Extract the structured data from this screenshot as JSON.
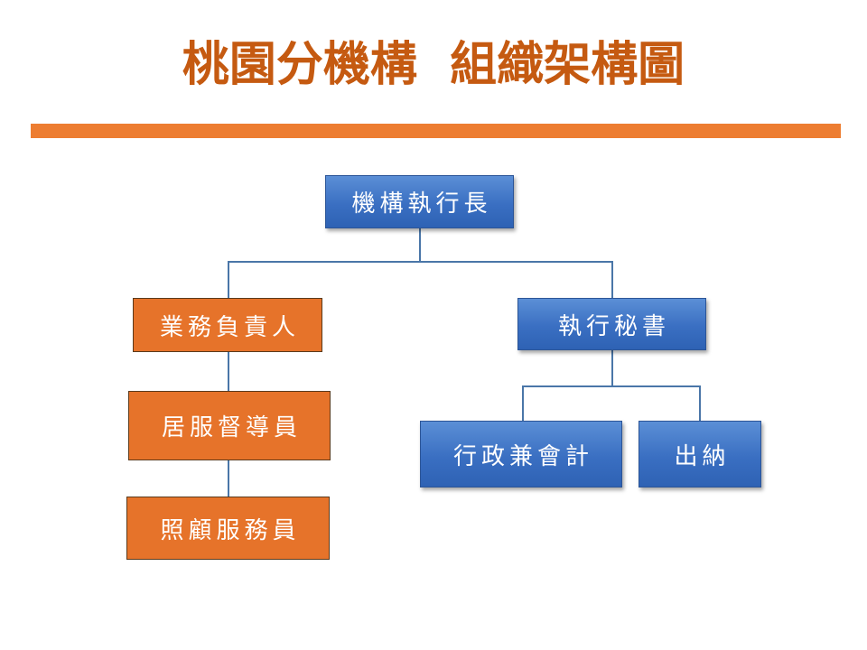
{
  "title": "桃園分機構  組織架構圖",
  "colors": {
    "title": "#c55a11",
    "accent_bar": "#ed7d31",
    "blue_node": "#3a6fc2",
    "orange_node": "#e6732a",
    "connector": "#4a76a8"
  },
  "org_chart": {
    "ceo": "機構執行長",
    "business_manager": "業務負責人",
    "home_service_supervisor": "居服督導員",
    "care_worker": "照顧服務員",
    "executive_secretary": "執行秘書",
    "admin_accounting": "行政兼會計",
    "cashier": "出納"
  }
}
